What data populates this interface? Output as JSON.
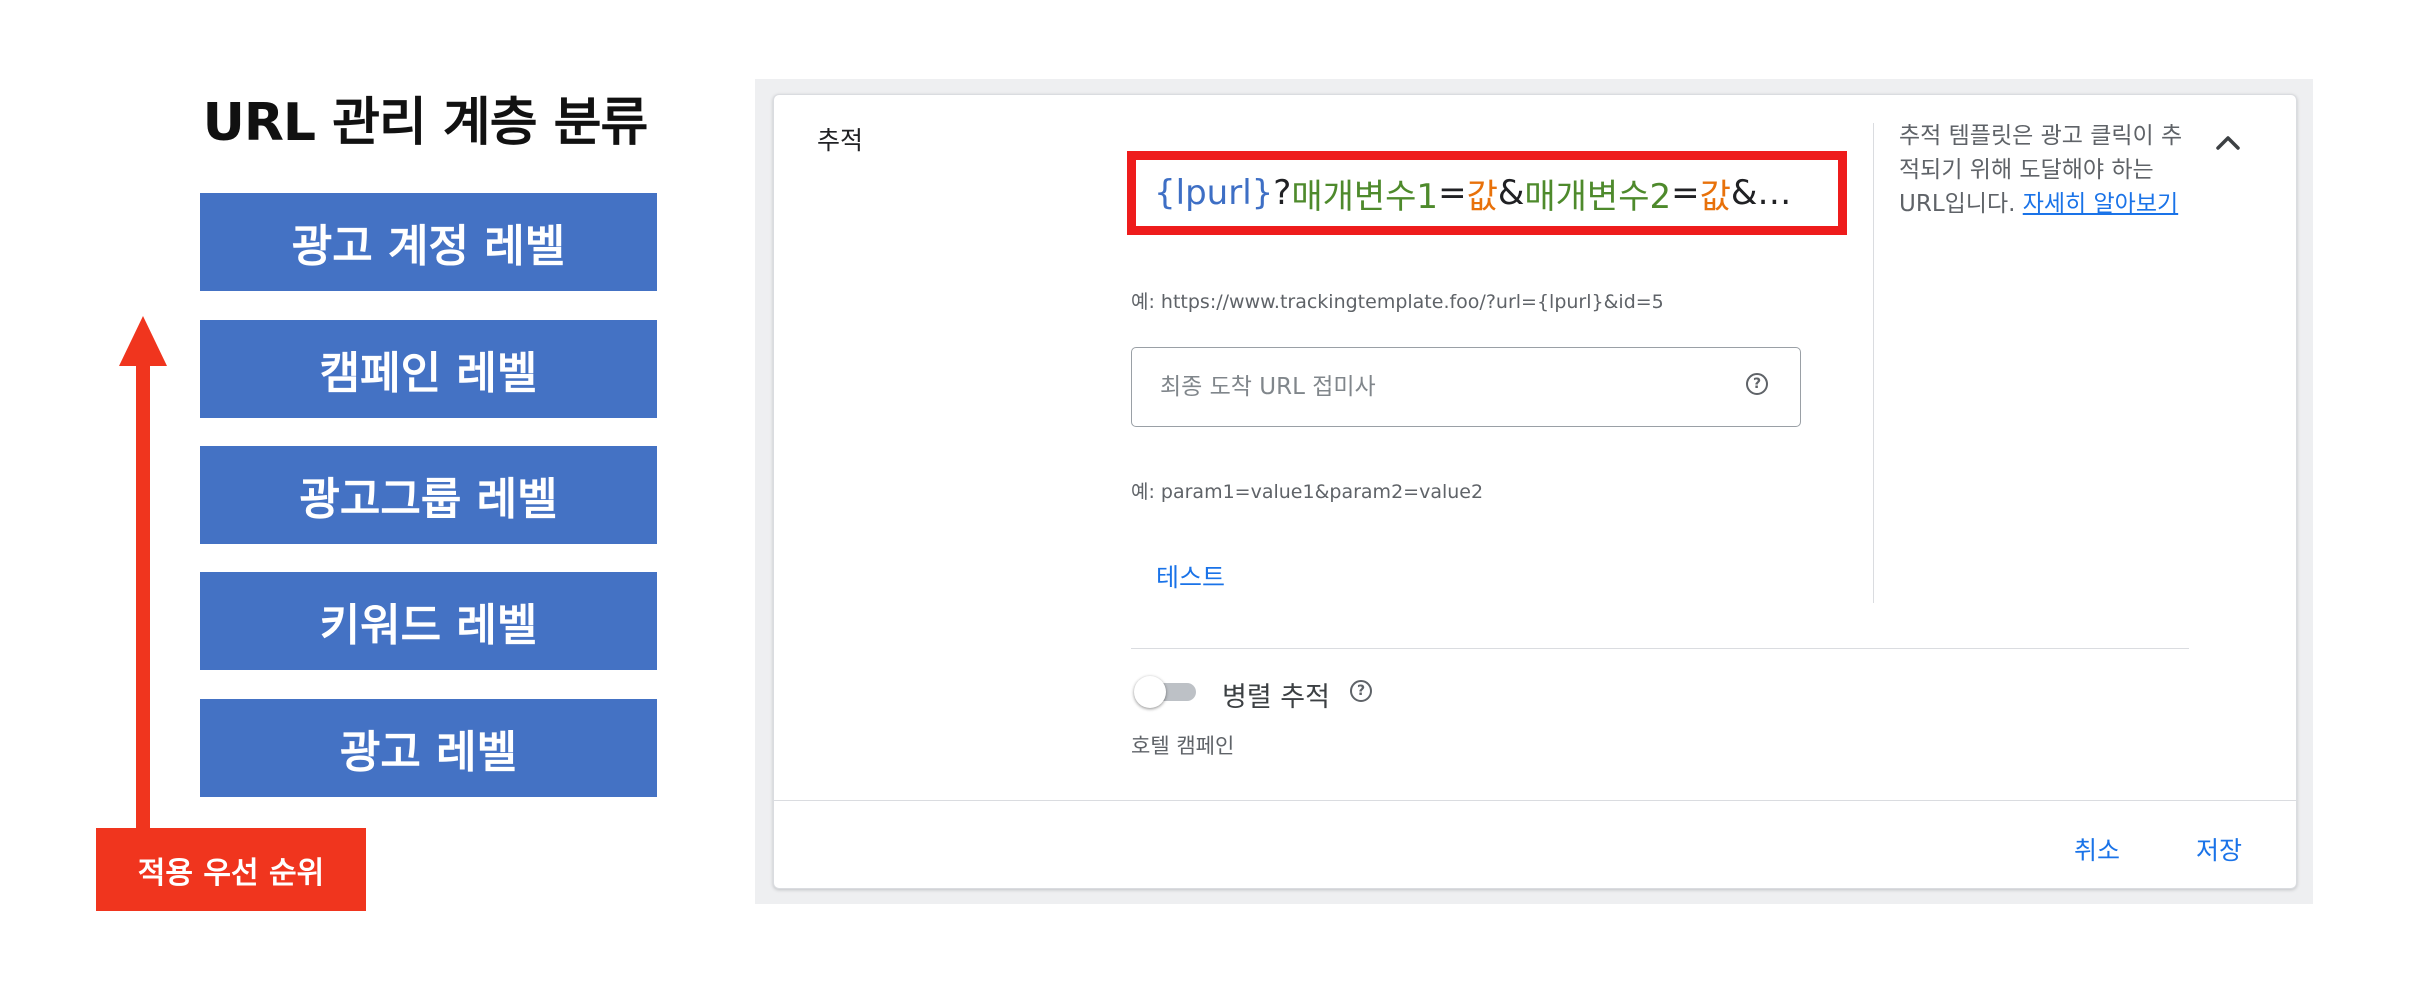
{
  "diagram": {
    "title": "URL 관리 계층 분류",
    "levels": [
      "광고 계정 레벨",
      "캠페인 레벨",
      "광고그룹 레벨",
      "키워드 레벨",
      "광고 레벨"
    ],
    "priority_label": "적용 우선 순위"
  },
  "tracking": {
    "section_title": "추적",
    "template_segments": [
      {
        "text": "{lpurl}",
        "color": "#3e6fc5"
      },
      {
        "text": "?",
        "color": "#202124"
      },
      {
        "text": "매개변수1",
        "color": "#4e8a2c"
      },
      {
        "text": "=",
        "color": "#202124"
      },
      {
        "text": "값",
        "color": "#e8710a"
      },
      {
        "text": "&",
        "color": "#202124"
      },
      {
        "text": "매개변수2",
        "color": "#4e8a2c"
      },
      {
        "text": "=",
        "color": "#202124"
      },
      {
        "text": "값",
        "color": "#e8710a"
      },
      {
        "text": "&…",
        "color": "#202124"
      }
    ],
    "example_template": "예: https://www.trackingtemplate.foo/?url={lpurl}&id=5",
    "suffix_placeholder": "최종 도착 URL 접미사",
    "suffix_value": "",
    "example_suffix": "예: param1=value1&param2=value2",
    "test_label": "테스트",
    "info_text": "추적 템플릿은 광고 클릭이 추적되기 위해 도달해야 하는 URL입니다. ",
    "learn_more": "자세히 알아보기",
    "parallel_tracking_label": "병렬 추적",
    "parallel_tracking_on": false,
    "hotel_campaign": "호텔 캠페인",
    "cancel_label": "취소",
    "save_label": "저장"
  },
  "icons": {
    "help": "help-circle-icon",
    "collapse": "chevron-up-icon"
  },
  "colors": {
    "level_box": "#4472c4",
    "arrow": "#f0351e",
    "highlight_border": "#ee1c1c",
    "link": "#1a73e8"
  }
}
